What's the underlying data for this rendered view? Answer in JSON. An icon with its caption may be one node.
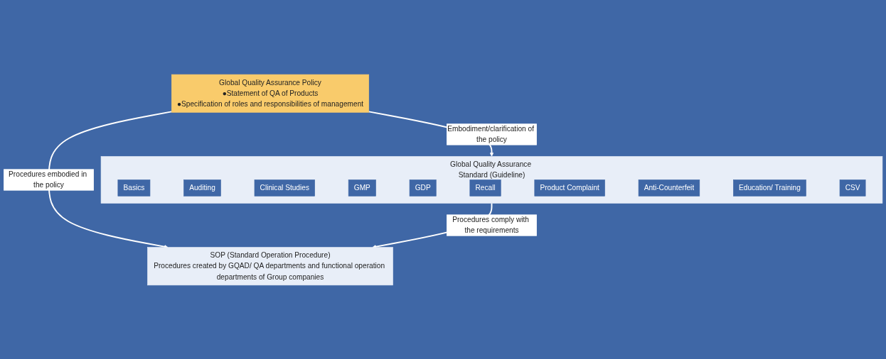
{
  "diagram": {
    "nodes": [
      {
        "text": [
          "Global Quality Assurance Policy",
          "●Statement of QA of Products",
          "●Specification of roles and responsibilities of management"
        ]
      },
      {
        "text": [
          "Global Quality Assurance Standard (Guideline)"
        ]
      },
      {
        "text": [
          "Basics"
        ],
        "in": 1
      },
      {
        "text": [
          "Auditing"
        ],
        "in": 1
      },
      {
        "text": [
          "Clinical Studies"
        ],
        "in": 1
      },
      {
        "text": [
          "GMP"
        ],
        "in": 1
      },
      {
        "text": [
          "GDP"
        ],
        "in": 1
      },
      {
        "text": [
          "Recall"
        ],
        "in": 1
      },
      {
        "text": [
          "Product Complaint"
        ],
        "in": 1
      },
      {
        "text": [
          "Anti-Counterfeit"
        ],
        "in": 1
      },
      {
        "text": [
          "Education/ Training"
        ],
        "in": 1
      },
      {
        "text": [
          "CSV"
        ],
        "in": 1
      },
      {
        "text": [
          "SOP (Standard Operation Procedure)",
          "Procedures created by GQAD/ QA departments and functional operation departments of Group companies"
        ]
      }
    ],
    "edges": [
      {
        "from": 0,
        "to": 1,
        "arrow": "to",
        "label": "Embodiment/clarification of the policy"
      },
      {
        "from": 1,
        "to": 12,
        "arrow": "to",
        "label": "Procedures comply with the requirements"
      },
      {
        "from": 0,
        "to": 12,
        "arrow": "to",
        "label": "Procedures embodied in the policy"
      }
    ]
  }
}
